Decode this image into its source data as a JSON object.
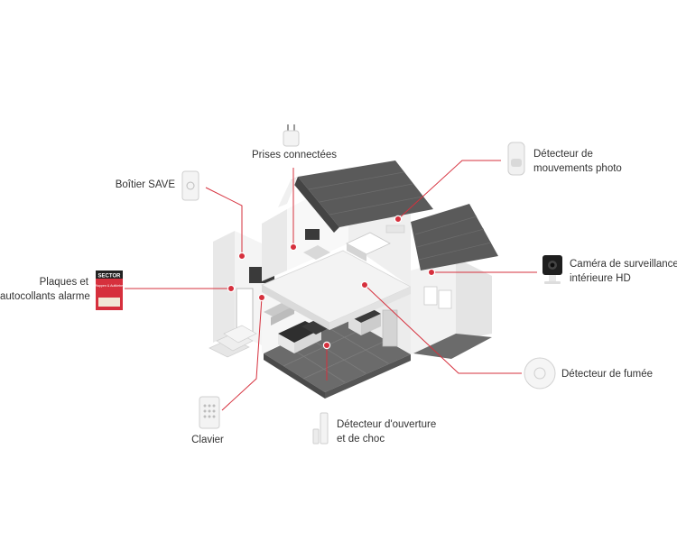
{
  "colors": {
    "accent": "#d6303d",
    "roof": "#5a5a5a",
    "floor": "#6b6b6b",
    "wall": "#f2f2f2",
    "wall_shade": "#dcdcdc",
    "text": "#333333"
  },
  "labels": {
    "prises": "Prises connectées",
    "boitier": "Boîtier SAVE",
    "plaques_line1": "Plaques et",
    "plaques_line2": "autocollants alarme",
    "clavier": "Clavier",
    "ouverture_line1": "Détecteur d'ouverture",
    "ouverture_line2": "et de choc",
    "mouvements_line1": "Détecteur de",
    "mouvements_line2": "mouvements photo",
    "camera_line1": "Caméra de surveillance",
    "camera_line2": "intérieure HD",
    "fumee": "Détecteur de fumée"
  },
  "sticker": {
    "brand": "SECTOR",
    "text": "Wappen & Aufkleber"
  },
  "icons": {
    "plug": "smart-plug-icon",
    "save_box": "save-box-icon",
    "sticker": "alarm-sticker-icon",
    "keypad": "keypad-icon",
    "door_sensor": "door-sensor-icon",
    "motion": "motion-detector-icon",
    "camera": "camera-icon",
    "smoke": "smoke-detector-icon"
  }
}
